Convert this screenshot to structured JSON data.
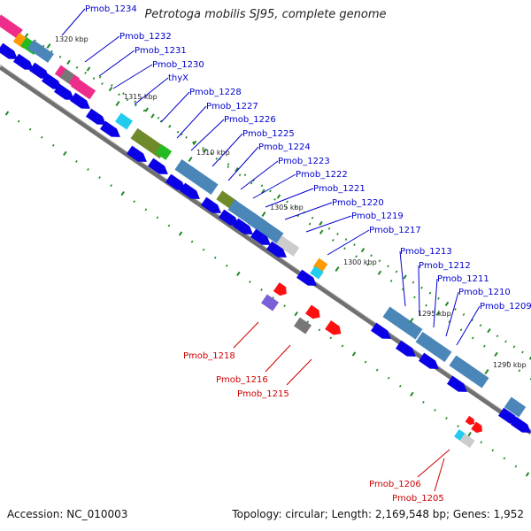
{
  "title": "Petrotoga mobilis SJ95, complete genome",
  "footer": {
    "accession": "Accession: NC_010003",
    "topology": "Topology: circular; Length: 2,169,548 bp; Genes: 1,952"
  },
  "colors": {
    "backbone": "#707070",
    "gene_blue": "#0a00e6",
    "label_blue": "#0000cc",
    "label_red": "#cc0000",
    "feature_red": "#ff1010",
    "steel": "#4a86b8",
    "magenta": "#ee2d8a",
    "olive": "#6f8a2a",
    "green": "#22bb22",
    "cyan": "#22ccee",
    "orange": "#ff9900",
    "gray": "#777777",
    "light_gray": "#cccccc",
    "purple": "#7b5fd6",
    "tick_green": "#228822"
  },
  "scale_labels": [
    "1320 kbp",
    "1315 kbp",
    "1310 kbp",
    "1305 kbp",
    "1300 kbp",
    "1295 kbp",
    "1290 kbp"
  ],
  "top_labels": [
    "Pmob_1234",
    "Pmob_1232",
    "Pmob_1231",
    "Pmob_1230",
    "thyX",
    "Pmob_1228",
    "Pmob_1227",
    "Pmob_1226",
    "Pmob_1225",
    "Pmob_1224",
    "Pmob_1223",
    "Pmob_1222",
    "Pmob_1221",
    "Pmob_1220",
    "Pmob_1219",
    "Pmob_1217",
    "Pmob_1213",
    "Pmob_1212",
    "Pmob_1211",
    "Pmob_1210",
    "Pmob_1209"
  ],
  "bottom_labels": [
    "Pmob_1218",
    "Pmob_1216",
    "Pmob_1215",
    "Pmob_1206",
    "Pmob_1205"
  ]
}
